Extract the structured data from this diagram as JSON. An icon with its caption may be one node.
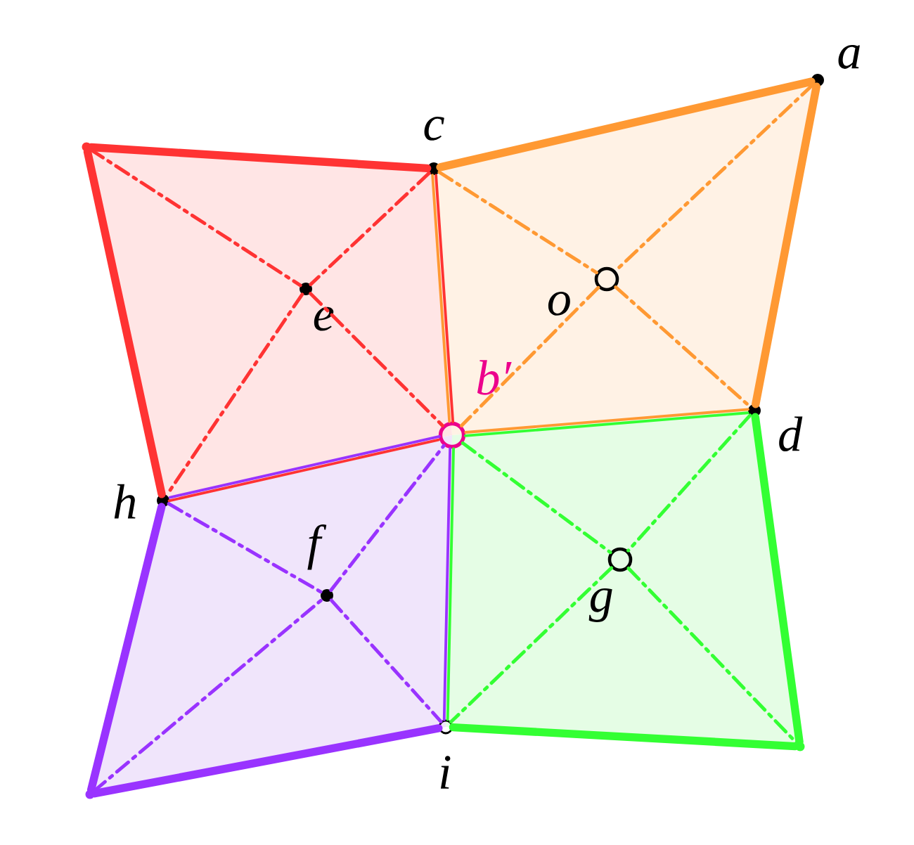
{
  "diagram": {
    "nodes": [
      {
        "text": [
          "a"
        ]
      },
      {
        "text": [
          "c"
        ]
      },
      {
        "text": [
          "o"
        ]
      },
      {
        "text": [
          "b′"
        ]
      },
      {
        "text": [
          "d"
        ]
      },
      {
        "text": [
          "e"
        ]
      },
      {
        "text": [
          "h"
        ]
      },
      {
        "text": [
          "f"
        ]
      },
      {
        "text": [
          "g"
        ]
      },
      {
        "text": [
          "i"
        ]
      },
      {
        "text": [],
        "shape": "circle"
      },
      {
        "text": [],
        "shape": "circle"
      },
      {
        "text": [],
        "shape": "circle"
      }
    ],
    "edges": [
      {
        "from": 1,
        "to": 0,
        "arrow": "none",
        "style": "thick",
        "color": "#ff9933"
      },
      {
        "from": 0,
        "to": 4,
        "arrow": "none",
        "style": "thick",
        "color": "#ff9933"
      },
      {
        "from": 4,
        "to": 3,
        "arrow": "none",
        "color": "#ff9933"
      },
      {
        "from": 3,
        "to": 1,
        "arrow": "none",
        "color": "#ff9933"
      },
      {
        "from": 1,
        "to": 2,
        "arrow": "none",
        "style": "dashed",
        "color": "#ff9933"
      },
      {
        "from": 2,
        "to": 4,
        "arrow": "none",
        "style": "dashed",
        "color": "#ff9933"
      },
      {
        "from": 0,
        "to": 2,
        "arrow": "none",
        "style": "dashed",
        "color": "#ff9933"
      },
      {
        "from": 2,
        "to": 3,
        "arrow": "none",
        "style": "dashed",
        "color": "#ff9933"
      },
      {
        "from": 10,
        "to": 1,
        "arrow": "none",
        "style": "thick",
        "color": "#ff3333"
      },
      {
        "from": 10,
        "to": 6,
        "arrow": "none",
        "style": "thick",
        "color": "#ff3333"
      },
      {
        "from": 1,
        "to": 3,
        "arrow": "none",
        "color": "#ff3333"
      },
      {
        "from": 3,
        "to": 6,
        "arrow": "none",
        "color": "#ff3333"
      },
      {
        "from": 10,
        "to": 5,
        "arrow": "none",
        "style": "dashed",
        "color": "#ff3333"
      },
      {
        "from": 5,
        "to": 3,
        "arrow": "none",
        "style": "dashed",
        "color": "#ff3333"
      },
      {
        "from": 1,
        "to": 5,
        "arrow": "none",
        "style": "dashed",
        "color": "#ff3333"
      },
      {
        "from": 5,
        "to": 6,
        "arrow": "none",
        "style": "dashed",
        "color": "#ff3333"
      },
      {
        "from": 6,
        "to": 11,
        "arrow": "none",
        "style": "thick",
        "color": "#9933ff"
      },
      {
        "from": 11,
        "to": 9,
        "arrow": "none",
        "style": "thick",
        "color": "#9933ff"
      },
      {
        "from": 6,
        "to": 3,
        "arrow": "none",
        "color": "#9933ff"
      },
      {
        "from": 3,
        "to": 9,
        "arrow": "none",
        "color": "#9933ff"
      },
      {
        "from": 6,
        "to": 7,
        "arrow": "none",
        "style": "dashed",
        "color": "#9933ff"
      },
      {
        "from": 7,
        "to": 9,
        "arrow": "none",
        "style": "dashed",
        "color": "#9933ff"
      },
      {
        "from": 11,
        "to": 7,
        "arrow": "none",
        "style": "dashed",
        "color": "#9933ff"
      },
      {
        "from": 7,
        "to": 3,
        "arrow": "none",
        "style": "dashed",
        "color": "#9933ff"
      },
      {
        "from": 4,
        "to": 12,
        "arrow": "none",
        "style": "thick",
        "color": "#33ff33"
      },
      {
        "from": 12,
        "to": 9,
        "arrow": "none",
        "style": "thick",
        "color": "#33ff33"
      },
      {
        "from": 3,
        "to": 4,
        "arrow": "none",
        "color": "#33ff33"
      },
      {
        "from": 3,
        "to": 9,
        "arrow": "none",
        "color": "#33ff33"
      },
      {
        "from": 3,
        "to": 8,
        "arrow": "none",
        "style": "dashed",
        "color": "#33ff33"
      },
      {
        "from": 8,
        "to": 12,
        "arrow": "none",
        "style": "dashed",
        "color": "#33ff33"
      },
      {
        "from": 4,
        "to": 8,
        "arrow": "none",
        "style": "dashed",
        "color": "#33ff33"
      },
      {
        "from": 8,
        "to": 9,
        "arrow": "none",
        "style": "dashed",
        "color": "#33ff33"
      }
    ]
  }
}
